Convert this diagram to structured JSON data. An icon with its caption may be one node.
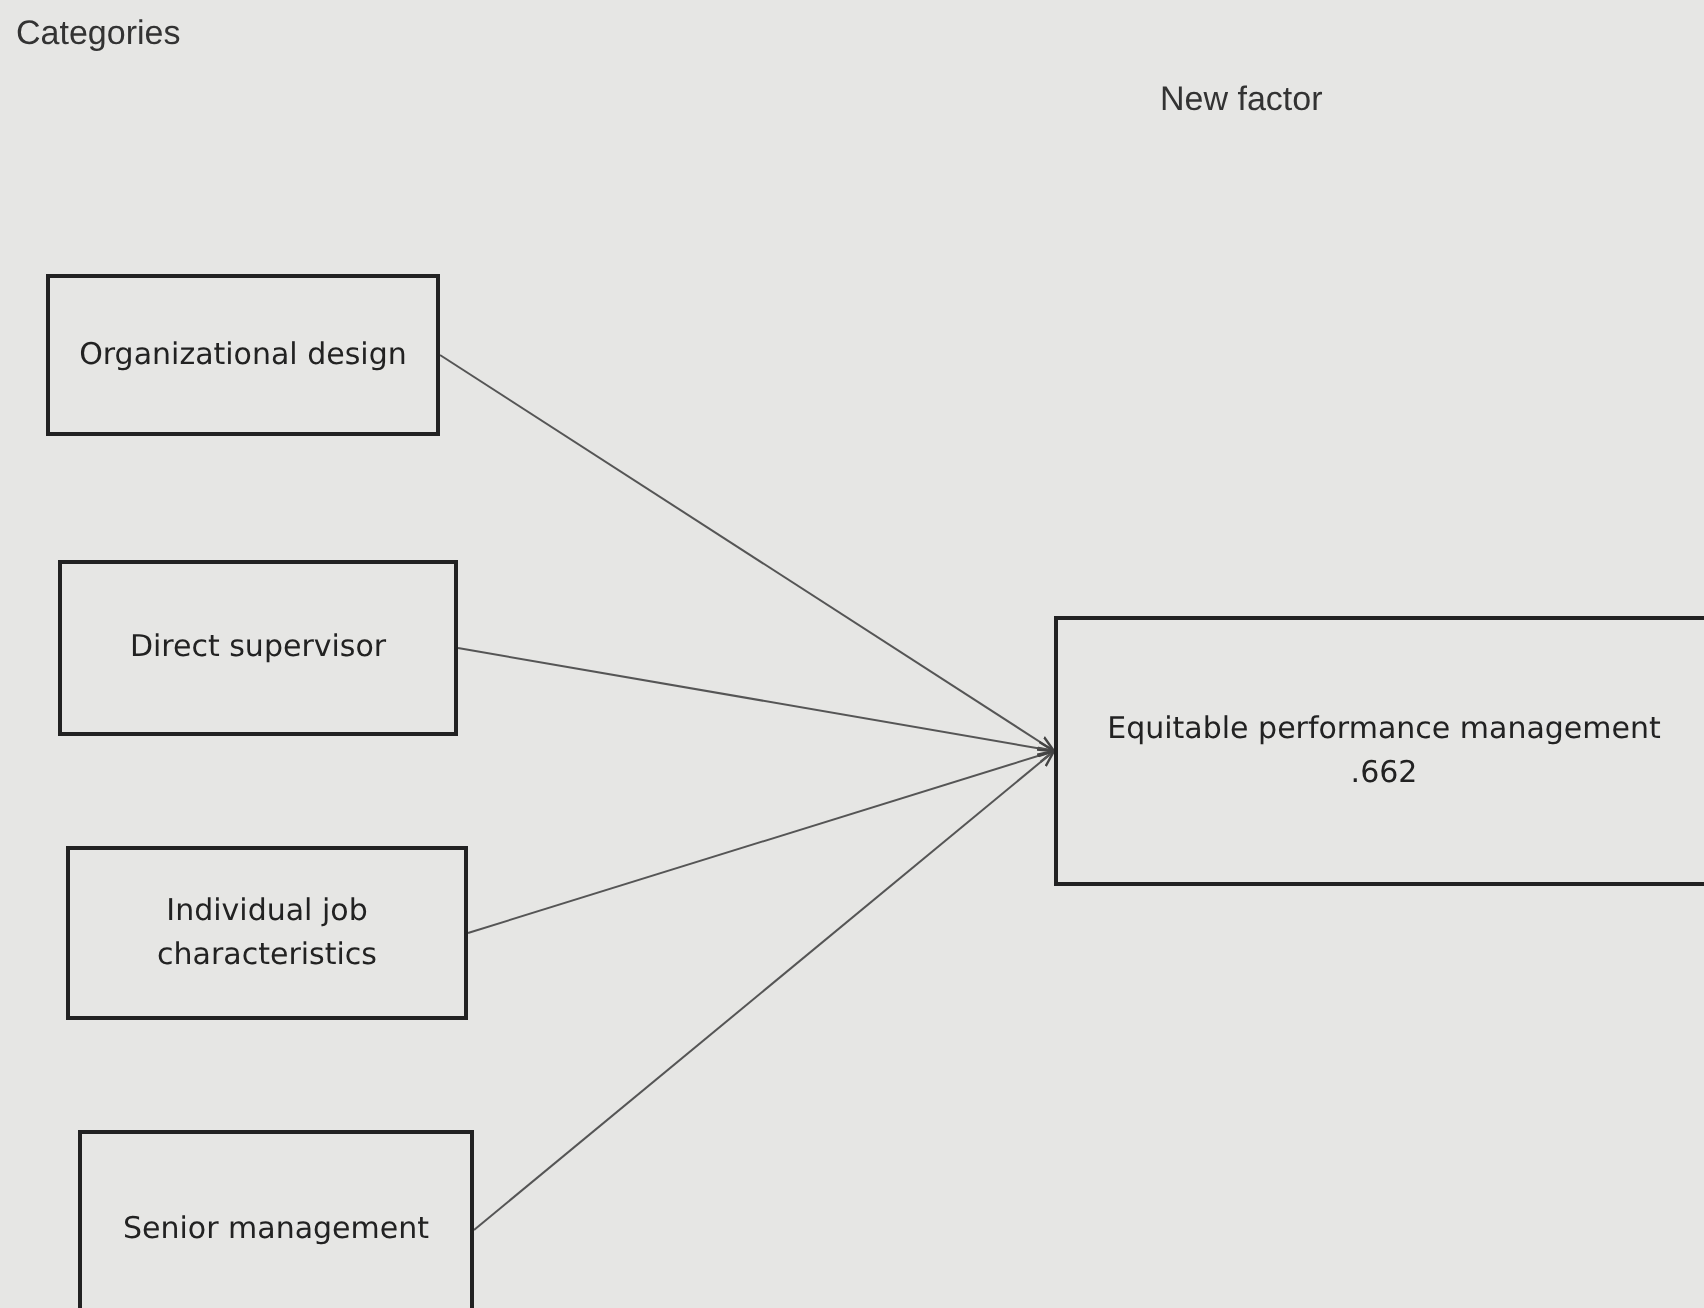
{
  "diagram": {
    "title": "Categories",
    "nodes": [
      {
        "text": [
          "Organizational design"
        ]
      },
      {
        "text": [
          "Direct supervisor"
        ]
      },
      {
        "text": [
          "Individual job characteristics"
        ]
      },
      {
        "text": [
          "Senior management"
        ]
      },
      {
        "text": [
          "Equitable performance management",
          ".662"
        ]
      }
    ],
    "edges": [
      {
        "from": 0,
        "to": 4,
        "arrow": "to"
      },
      {
        "from": 1,
        "to": 4,
        "arrow": "to"
      },
      {
        "from": 2,
        "to": 4,
        "arrow": "to"
      },
      {
        "from": 3,
        "to": 4,
        "arrow": "to"
      }
    ],
    "labels": [
      "New factor"
    ]
  }
}
